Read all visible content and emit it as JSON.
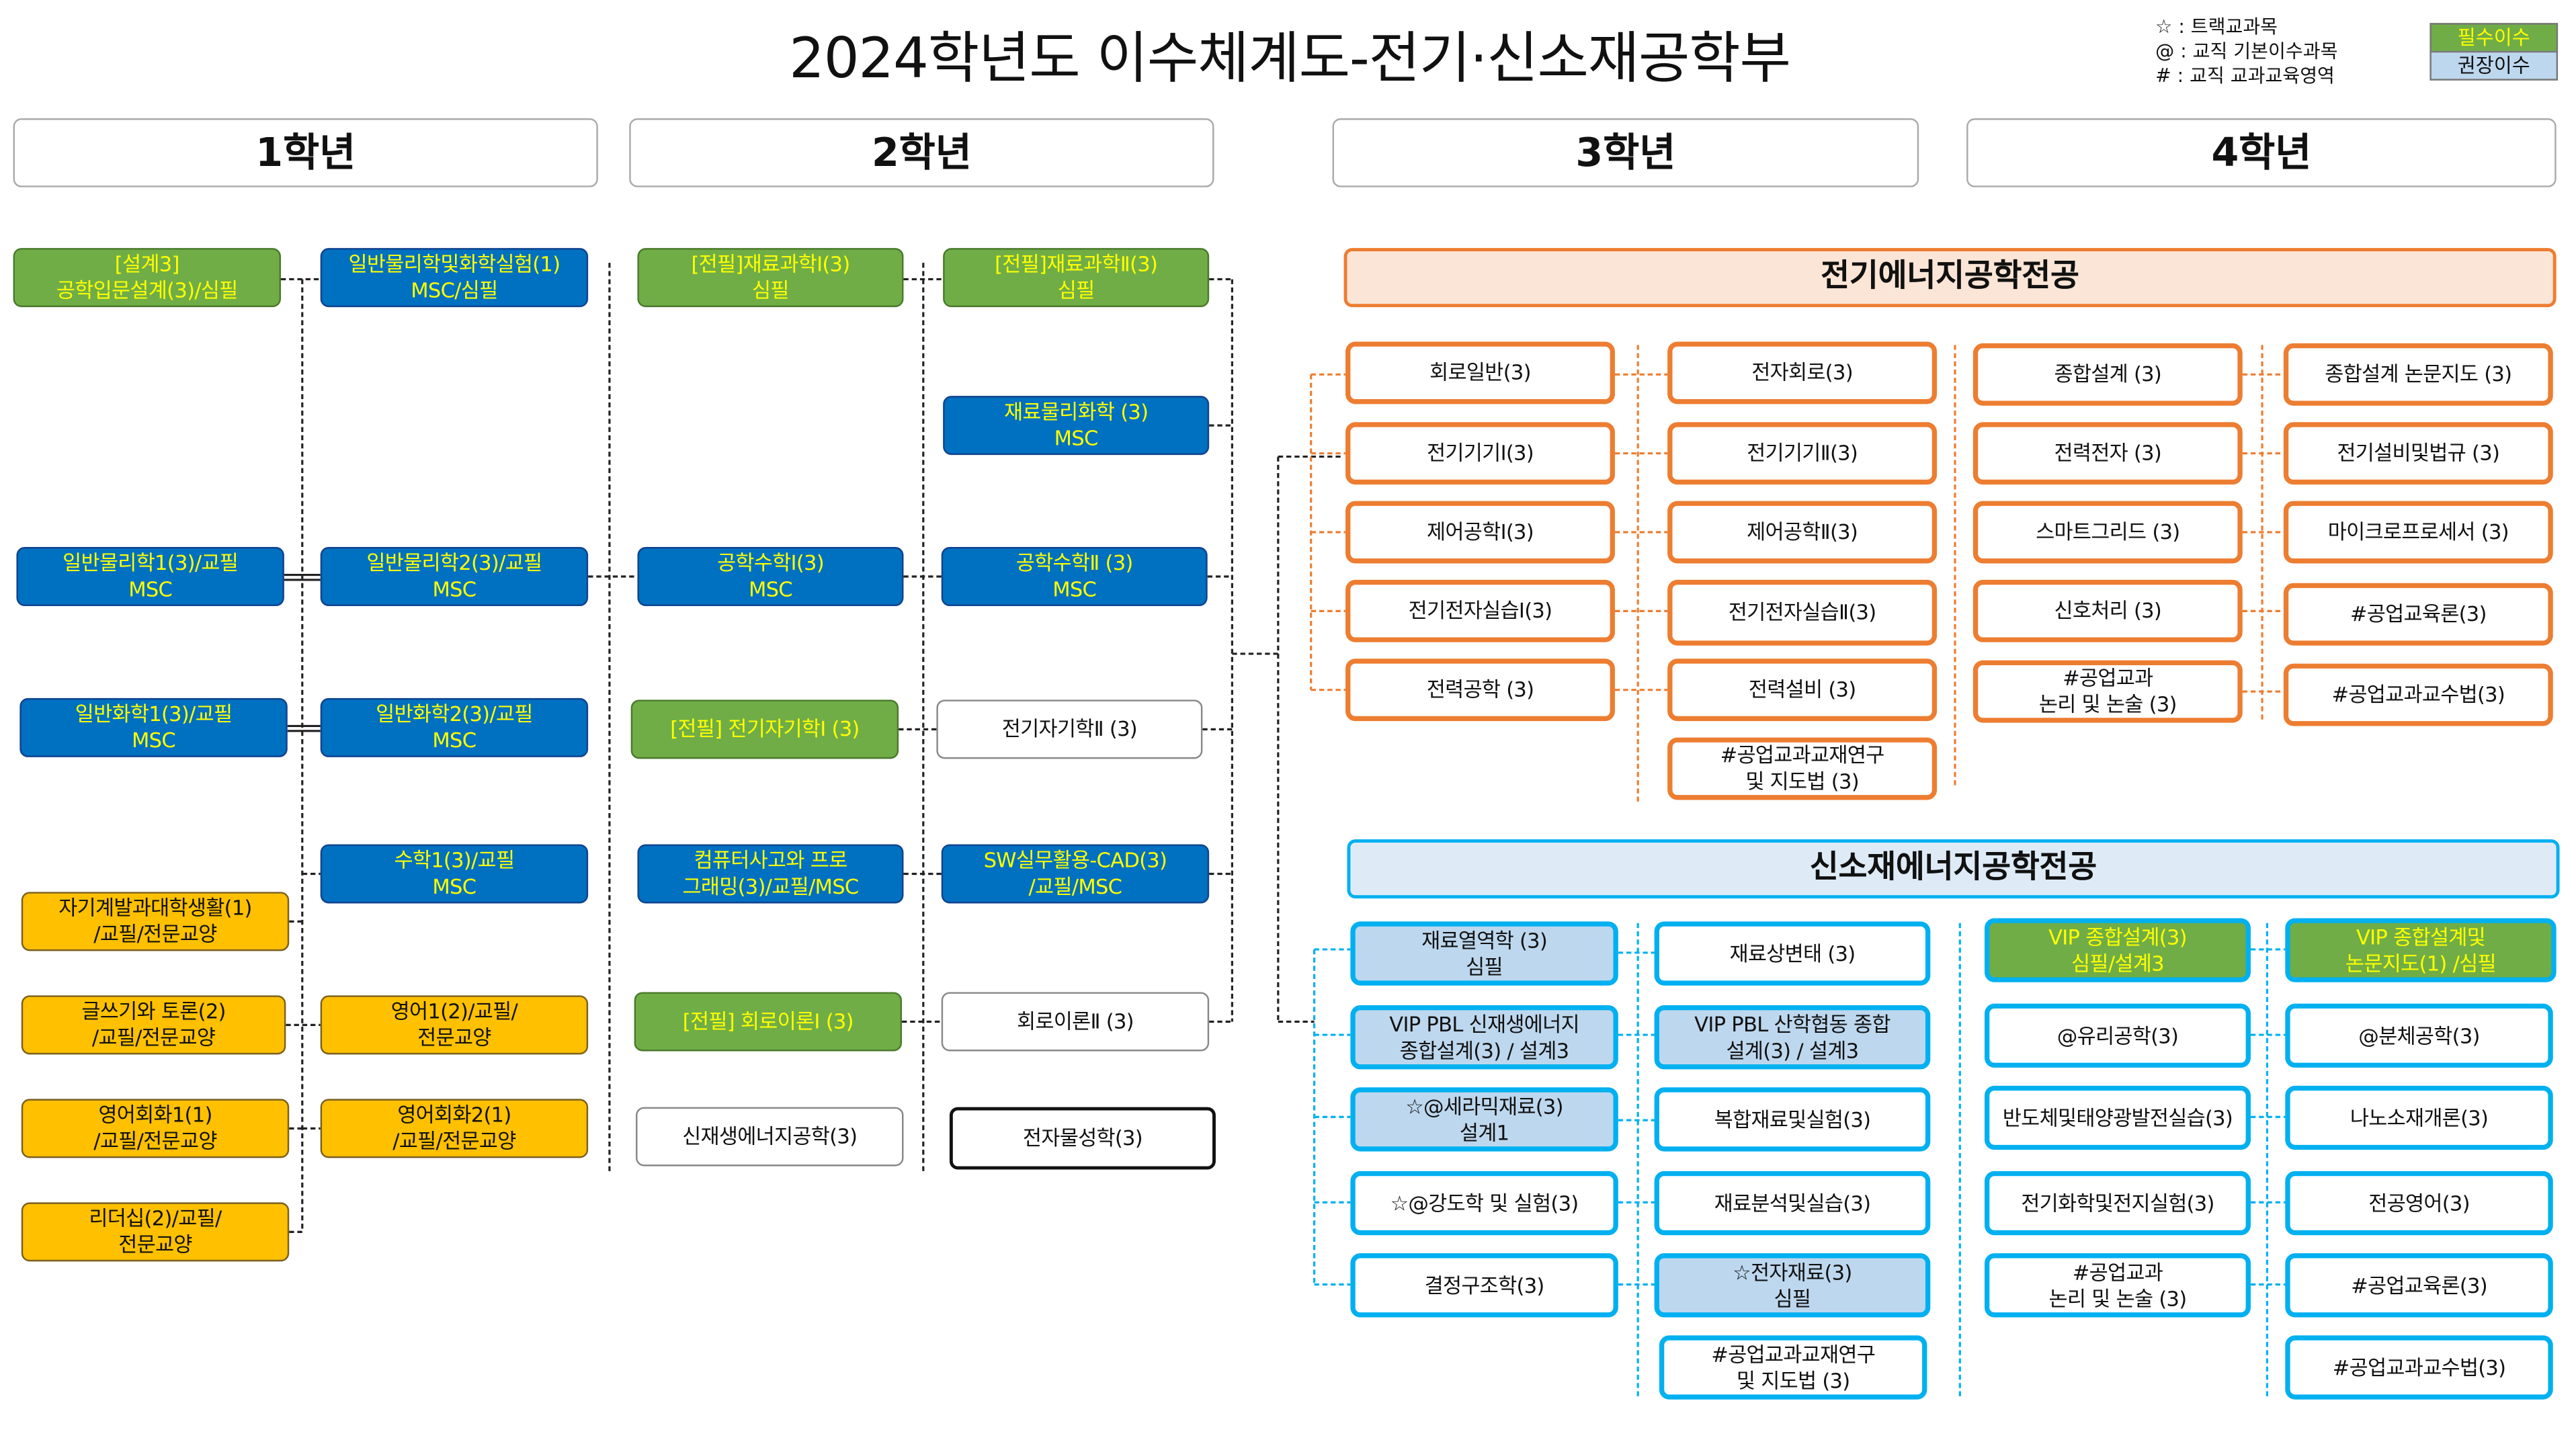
{
  "title": "2024학년도 이수체계도-전기·신소재공학부",
  "legend": {
    "symbols": [
      "☆ : 트랙교과목",
      "@ : 교직 기본이수과목",
      "# : 교직 교과교육영역"
    ],
    "required": "필수이수",
    "recommended": "권장이수",
    "colors": {
      "required": "#70ad47",
      "recommended": "#bdd7ee"
    }
  },
  "years": [
    "1학년",
    "2학년",
    "3학년",
    "4학년"
  ],
  "majors": {
    "electric": "전기에너지공학전공",
    "newmaterial": "신소재에너지공학전공"
  },
  "colors": {
    "green": "#70ad47",
    "blue": "#0070c0",
    "yellow": "#ffc000",
    "orange": "#ed7d31",
    "cyan": "#00b0f0",
    "lightblue": "#bdd7ee"
  },
  "year1": {
    "col1": [
      "[설계3]\n공학입문설계(3)/심필",
      "일반물리학1(3)/교필\nMSC",
      "일반화학1(3)/교필\nMSC",
      "자기계발과대학생활(1)\n/교필/전문교양",
      "글쓰기와 토론(2)\n/교필/전문교양",
      "영어회화1(1)\n/교필/전문교양",
      "리더십(2)/교필/\n전문교양"
    ],
    "col2": [
      "일반물리학및화학실험(1)\nMSC/심필",
      "일반물리학2(3)/교필\nMSC",
      "일반화학2(3)/교필\nMSC",
      "수학1(3)/교필\nMSC",
      "영어1(2)/교필/\n전문교양",
      "영어회화2(1)\n/교필/전문교양"
    ]
  },
  "year2": {
    "col1": [
      "[전필]재료과학Ⅰ(3)\n심필",
      "공학수학Ⅰ(3)\nMSC",
      "[전필] 전기자기학Ⅰ (3)",
      "컴퓨터사고와 프로\n그래밍(3)/교필/MSC",
      "[전필] 회로이론Ⅰ (3)",
      "신재생에너지공학(3)"
    ],
    "col2": [
      "[전필]재료과학Ⅱ(3)\n심필",
      "재료물리화학 (3)\nMSC",
      "공학수학Ⅱ (3)\nMSC",
      "전기자기학Ⅱ (3)",
      "SW실무활용-CAD(3)\n/교필/MSC",
      "회로이론Ⅱ (3)",
      "전자물성학(3)"
    ]
  },
  "electric": {
    "y3a": [
      "회로일반(3)",
      "전기기기Ⅰ(3)",
      "제어공학Ⅰ(3)",
      "전기전자실습Ⅰ(3)",
      "전력공학 (3)"
    ],
    "y3b": [
      "전자회로(3)",
      "전기기기Ⅱ(3)",
      "제어공학Ⅱ(3)",
      "전기전자실습Ⅱ(3)",
      "전력설비 (3)",
      "#공업교과교재연구\n및 지도법 (3)"
    ],
    "y4a": [
      "종합설계 (3)",
      "전력전자 (3)",
      "스마트그리드 (3)",
      "신호처리 (3)",
      "#공업교과\n논리 및 논술 (3)"
    ],
    "y4b": [
      "종합설계 논문지도 (3)",
      "전기설비및법규 (3)",
      "마이크로프로세서 (3)",
      "#공업교육론(3)",
      "#공업교과교수법(3)"
    ]
  },
  "newmaterial": {
    "y3a": [
      "재료열역학 (3)\n심필",
      "VIP PBL 신재생에너지\n종합설계(3) / 설계3",
      "☆@세라믹재료(3)\n설계1",
      "☆@강도학 및 실험(3)",
      "결정구조학(3)"
    ],
    "y3b": [
      "재료상변태 (3)",
      "VIP PBL 산학협동 종합\n설계(3) / 설계3",
      "복합재료및실험(3)",
      "재료분석및실습(3)",
      "☆전자재료(3)\n심필",
      "#공업교과교재연구\n및 지도법 (3)"
    ],
    "y4a": [
      "VIP 종합설계(3)\n심필/설계3",
      "@유리공학(3)",
      "반도체및태양광발전실습(3)",
      "전기화학및전지실험(3)",
      "#공업교과\n논리 및 논술 (3)"
    ],
    "y4b": [
      "VIP 종합설계및\n논문지도(1) /심필",
      "@분체공학(3)",
      "나노소재개론(3)",
      "전공영어(3)",
      "#공업교육론(3)",
      "#공업교과교수법(3)"
    ]
  }
}
